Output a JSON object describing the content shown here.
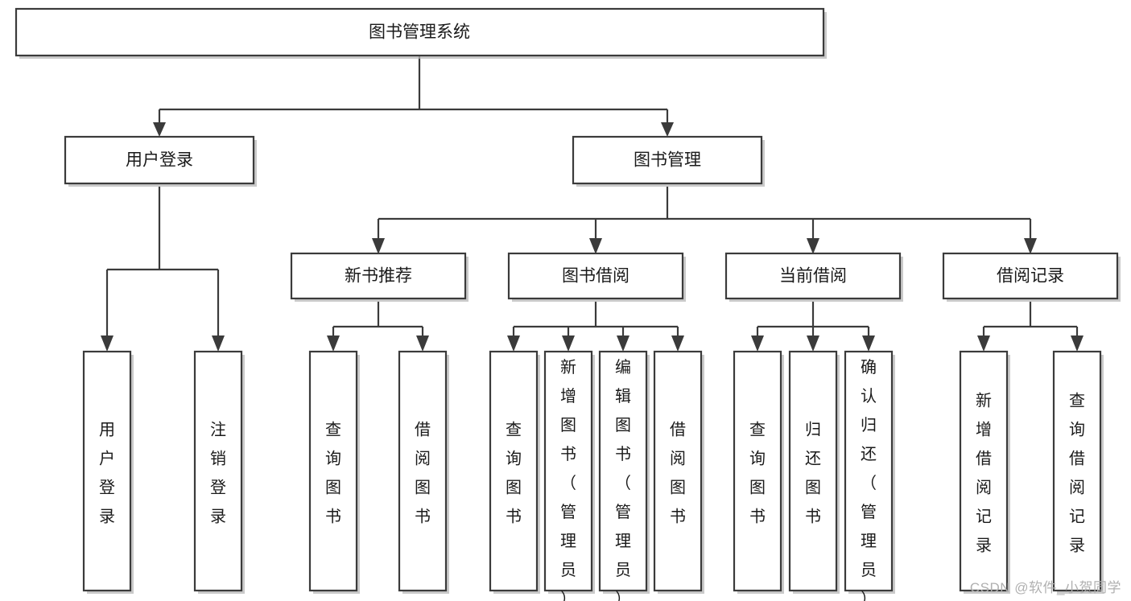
{
  "diagram": {
    "title": "图书管理系统",
    "type": "tree",
    "watermark": "CSDN @软件_小贺同学",
    "colors": {
      "box_stroke": "#3b3b3b",
      "box_fill": "#ffffff",
      "text": "#1a1a1a",
      "background": "#ffffff",
      "watermark": "#b0b0b0"
    },
    "nodes": {
      "root": {
        "label": "图书管理系统"
      },
      "level2": [
        {
          "id": "user-login",
          "label": "用户登录"
        },
        {
          "id": "book-manage",
          "label": "图书管理"
        }
      ],
      "level3": [
        {
          "id": "new-book-recommend",
          "label": "新书推荐",
          "parent": "book-manage"
        },
        {
          "id": "book-borrow",
          "label": "图书借阅",
          "parent": "book-manage"
        },
        {
          "id": "current-borrow",
          "label": "当前借阅",
          "parent": "book-manage"
        },
        {
          "id": "borrow-record",
          "label": "借阅记录",
          "parent": "book-manage"
        }
      ],
      "leaves": [
        {
          "id": "leaf-user-login",
          "label": "用户登录",
          "parent": "user-login"
        },
        {
          "id": "leaf-logout",
          "label": "注销登录",
          "parent": "user-login"
        },
        {
          "id": "leaf-query-book-1",
          "label": "查询图书",
          "parent": "new-book-recommend"
        },
        {
          "id": "leaf-borrow-book-1",
          "label": "借阅图书",
          "parent": "new-book-recommend"
        },
        {
          "id": "leaf-query-book-2",
          "label": "查询图书",
          "parent": "book-borrow"
        },
        {
          "id": "leaf-add-book",
          "label": "新增图书（管理员）",
          "parent": "book-borrow"
        },
        {
          "id": "leaf-edit-book",
          "label": "编辑图书（管理员）",
          "parent": "book-borrow"
        },
        {
          "id": "leaf-borrow-book-2",
          "label": "借阅图书",
          "parent": "book-borrow"
        },
        {
          "id": "leaf-query-book-3",
          "label": "查询图书",
          "parent": "current-borrow"
        },
        {
          "id": "leaf-return-book",
          "label": "归还图书",
          "parent": "current-borrow"
        },
        {
          "id": "leaf-confirm-return",
          "label": "确认归还（管理员）",
          "parent": "current-borrow"
        },
        {
          "id": "leaf-add-record",
          "label": "新增借阅记录",
          "parent": "borrow-record"
        },
        {
          "id": "leaf-query-record",
          "label": "查询借阅记录",
          "parent": "borrow-record"
        }
      ]
    }
  }
}
